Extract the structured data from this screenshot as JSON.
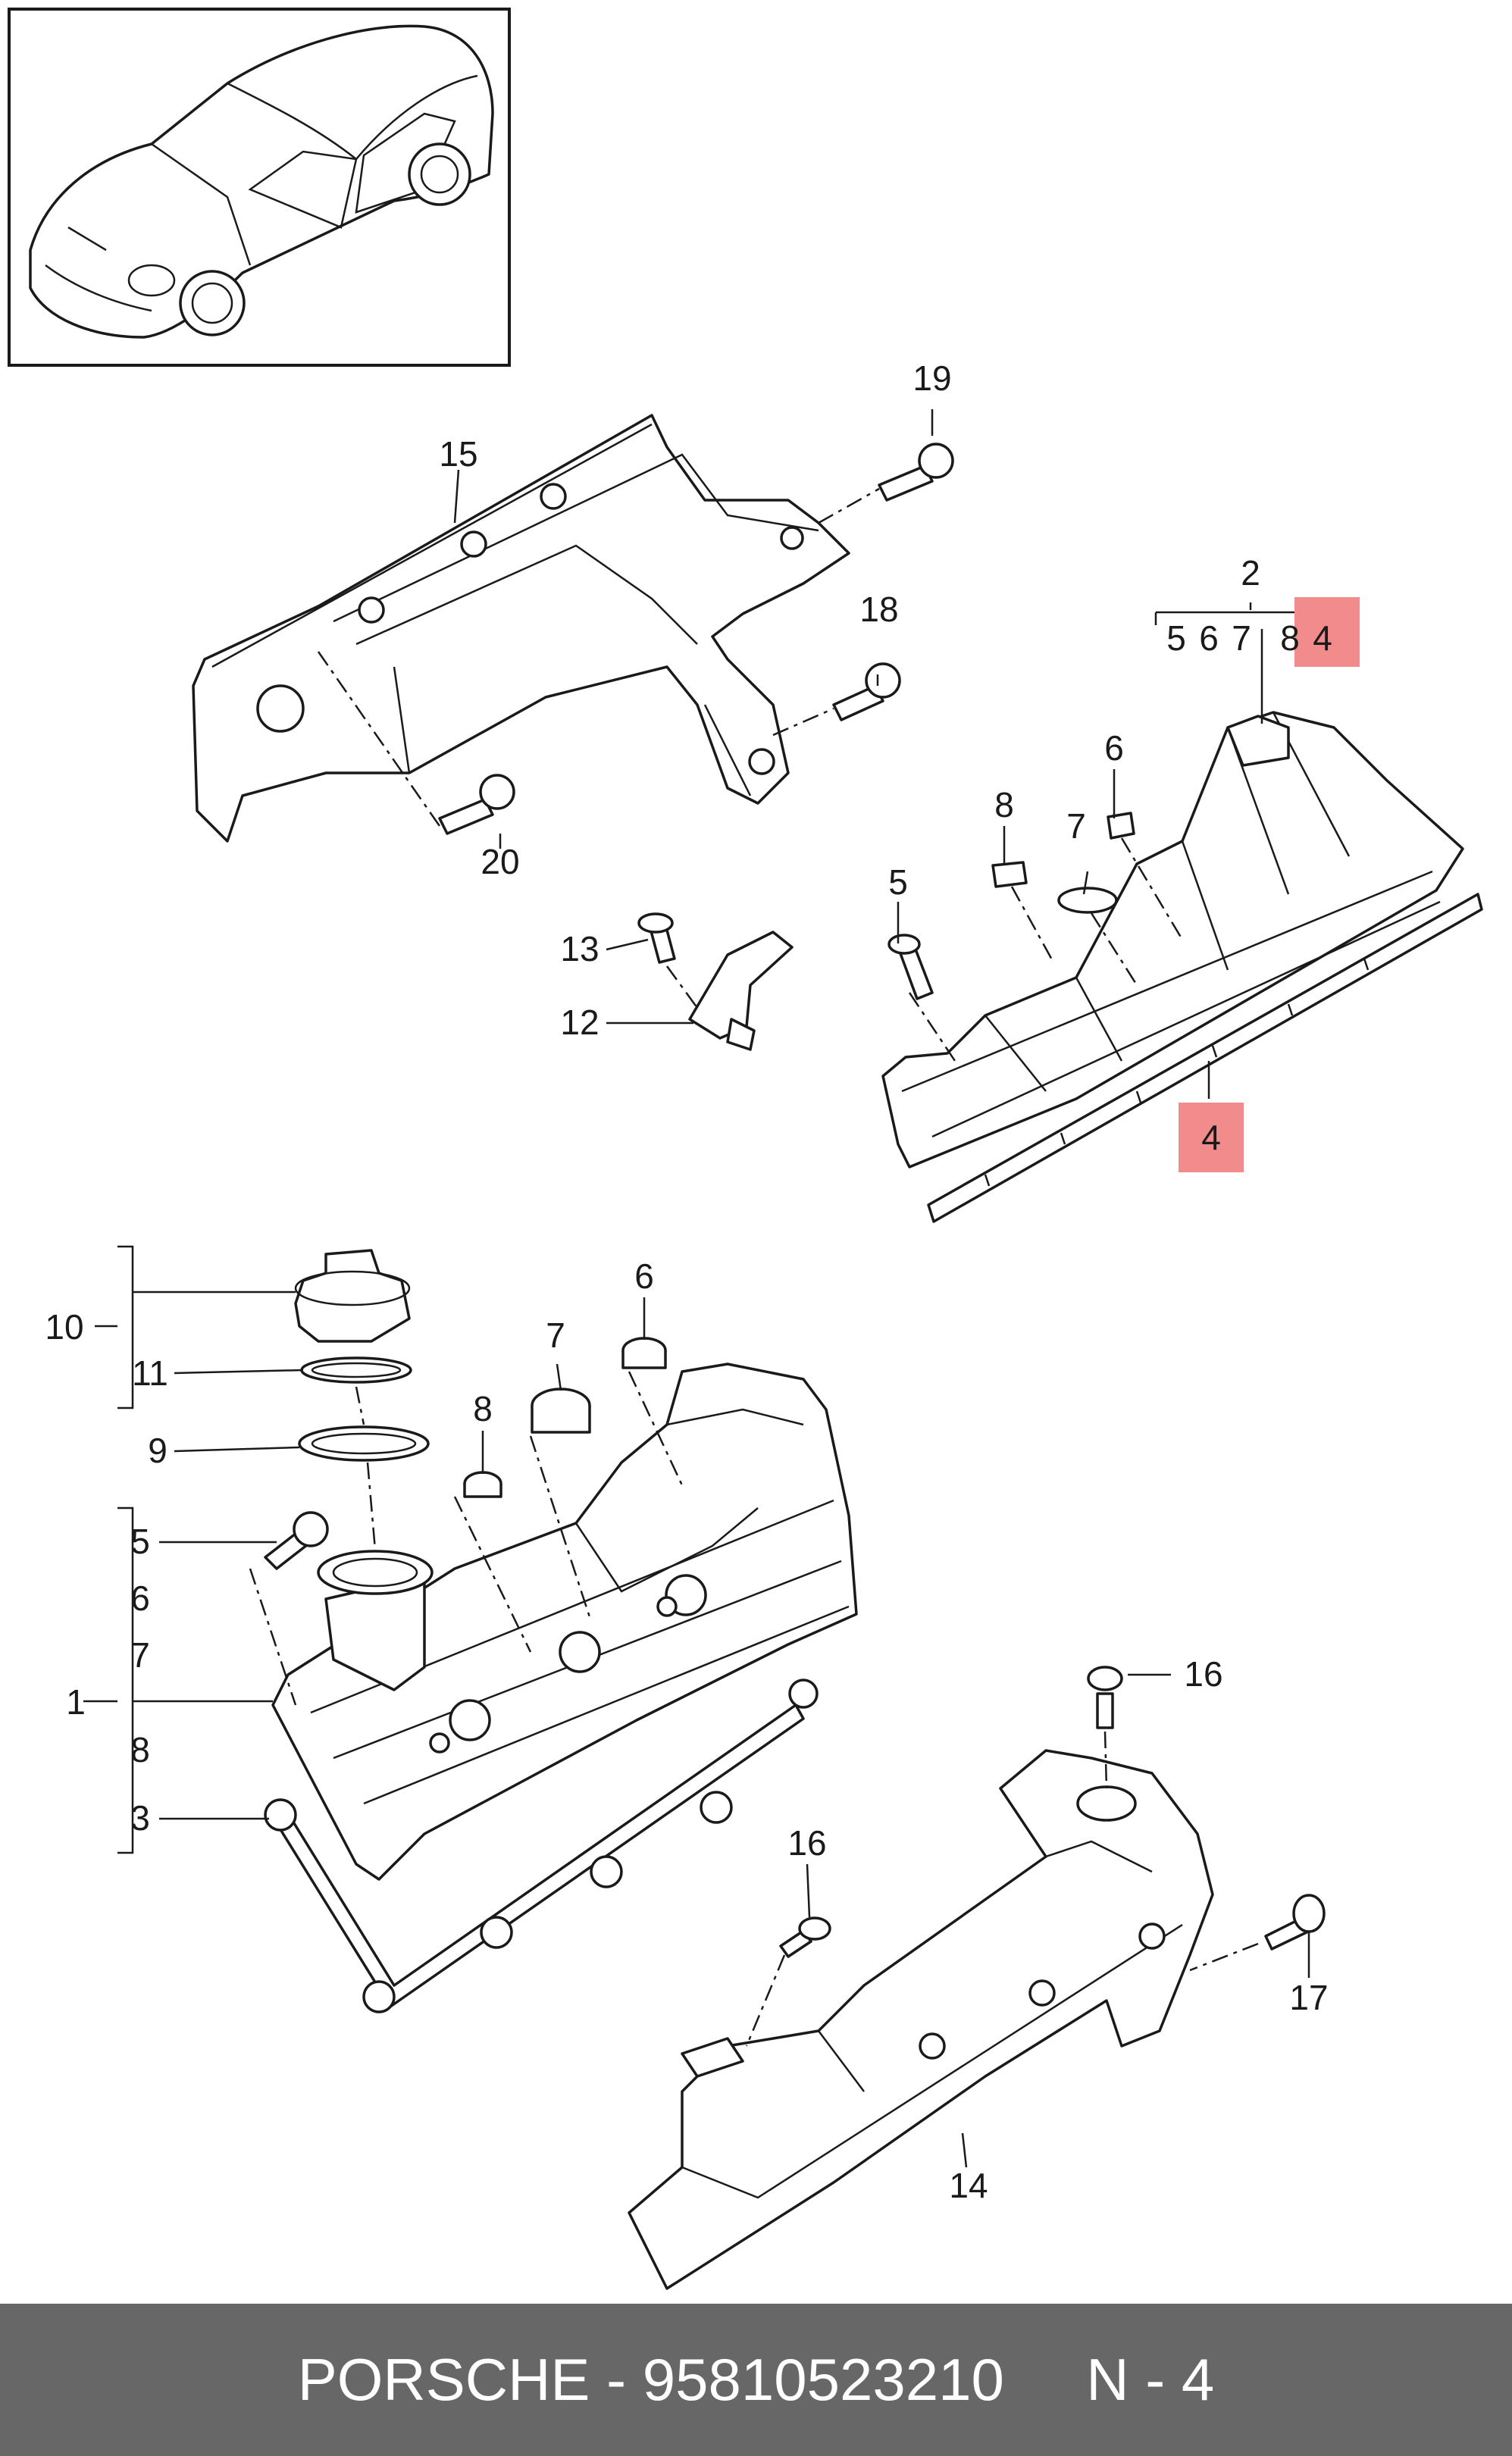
{
  "callouts": {
    "c1": "1",
    "c2": "2",
    "c3": "3",
    "c4_bracket": "4",
    "c4_gasket": "4",
    "c5_top": "5",
    "c5_bracket": "5",
    "c5_left": "5",
    "c6_top": "6",
    "c6_bracket": "6",
    "c6_mid": "6",
    "c6_left": "6",
    "c7_top": "7",
    "c7_bracket": "7",
    "c7_mid": "7",
    "c7_left": "7",
    "c8_top": "8",
    "c8_bracket": "8",
    "c8_mid": "8",
    "c8_left": "8",
    "c9": "9",
    "c10": "10",
    "c11": "11",
    "c12": "12",
    "c13": "13",
    "c14": "14",
    "c15": "15",
    "c16_a": "16",
    "c16_b": "16",
    "c17": "17",
    "c18": "18",
    "c19": "19",
    "c20": "20"
  },
  "highlight_color": "#f28b8b",
  "footer": {
    "text": "PORSCHE - 95810523210     N - 4",
    "background": "#676767"
  }
}
